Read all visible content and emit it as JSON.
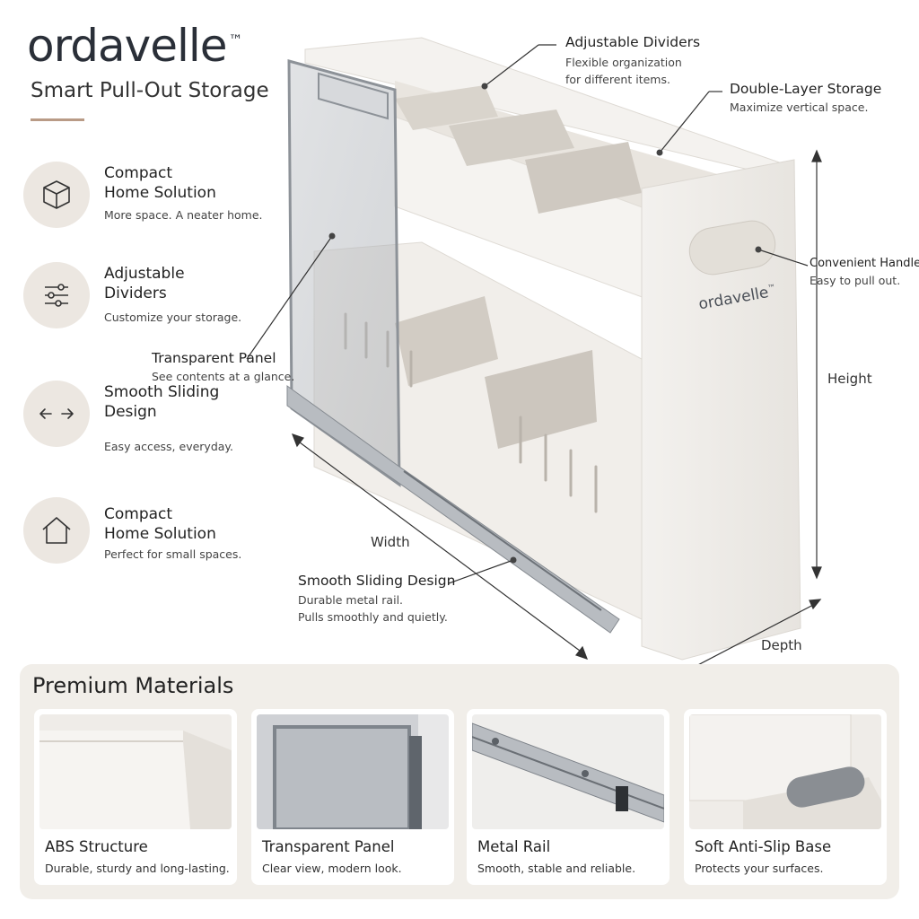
{
  "brand": {
    "name": "ordavelle",
    "tm": "™",
    "tagline": "Smart Pull-Out Storage"
  },
  "features": [
    {
      "title_line1": "Compact",
      "title_line2": "Home Solution",
      "desc": "More space. A neater home.",
      "icon": "box-icon"
    },
    {
      "title_line1": "Adjustable",
      "title_line2": "Dividers",
      "desc": "Customize your storage.",
      "icon": "sliders-icon"
    },
    {
      "title_line1": "Smooth Sliding",
      "title_line2": "Design",
      "desc": "Easy access, everyday.",
      "icon": "arrows-horizontal-icon"
    },
    {
      "title_line1": "Compact",
      "title_line2": "Home Solution",
      "desc": "Perfect for small spaces.",
      "icon": "house-icon"
    }
  ],
  "callouts": {
    "dividers": {
      "title": "Adjustable Dividers",
      "desc1": "Flexible organization",
      "desc2": "for different items."
    },
    "double_layer": {
      "title": "Double-Layer Storage",
      "desc1": "Maximize vertical space."
    },
    "handle": {
      "title": "Convenient Handle",
      "desc1": "Easy to pull out."
    },
    "panel": {
      "title": "Transparent Panel",
      "desc1": "See contents at a glance."
    },
    "rail": {
      "title": "Smooth Sliding Design",
      "desc1": "Durable metal rail.",
      "desc2": "Pulls smoothly and quietly."
    }
  },
  "product_logo": "ordavelle",
  "product_logo_tm": "™",
  "dimensions": {
    "width": "Width",
    "height": "Height",
    "depth": "Depth"
  },
  "materials": {
    "title": "Premium Materials",
    "items": [
      {
        "title": "ABS Structure",
        "desc": "Durable, sturdy and long-lasting."
      },
      {
        "title": "Transparent Panel",
        "desc": "Clear view, modern look."
      },
      {
        "title": "Metal Rail",
        "desc": "Smooth, stable and reliable."
      },
      {
        "title": "Soft Anti-Slip Base",
        "desc": "Protects your surfaces."
      }
    ]
  },
  "colors": {
    "accent": "#b99b86",
    "icon_circle": "#ece7e1",
    "panel_bg": "#f1eee9",
    "brand_text": "#2a2f38"
  }
}
